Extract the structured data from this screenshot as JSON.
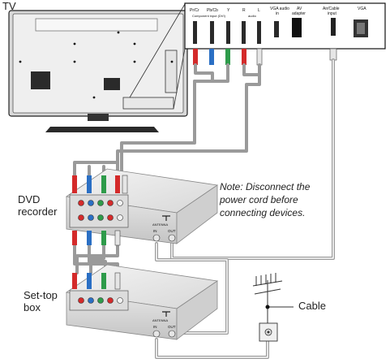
{
  "labels": {
    "tv": "TV",
    "dvd_recorder_line1": "DVD",
    "dvd_recorder_line2": "recorder",
    "set_top_box_line1": "Set-top",
    "set_top_box_line2": "box",
    "cable": "Cable"
  },
  "note": {
    "line1": "Note: Disconnect the",
    "line2": "power cord before",
    "line3": "connecting devices."
  },
  "panel": {
    "pr": "Pr/Cr",
    "pb": "Pb/Cb",
    "y": "Y",
    "component_caption": "Component input (DVI)",
    "r": "R",
    "l": "L",
    "audio_caption": "audio",
    "vga_audio_in_line1": "VGA audio",
    "vga_audio_in_line2": "in",
    "av_adapter_line1": "AV",
    "av_adapter_line2": "adapter",
    "air_cable_line1": "Air/Cable",
    "air_cable_line2": "input",
    "vga": "VGA"
  },
  "device": {
    "antenna_caption": "ANTENNA",
    "in": "IN",
    "out": "OUT"
  },
  "colors": {
    "red": "#d42a2a",
    "blue": "#2a6fc4",
    "green": "#2e9b4a",
    "white": "#f2f2f2",
    "gray": "#9a9a9a",
    "dark": "#222222"
  }
}
